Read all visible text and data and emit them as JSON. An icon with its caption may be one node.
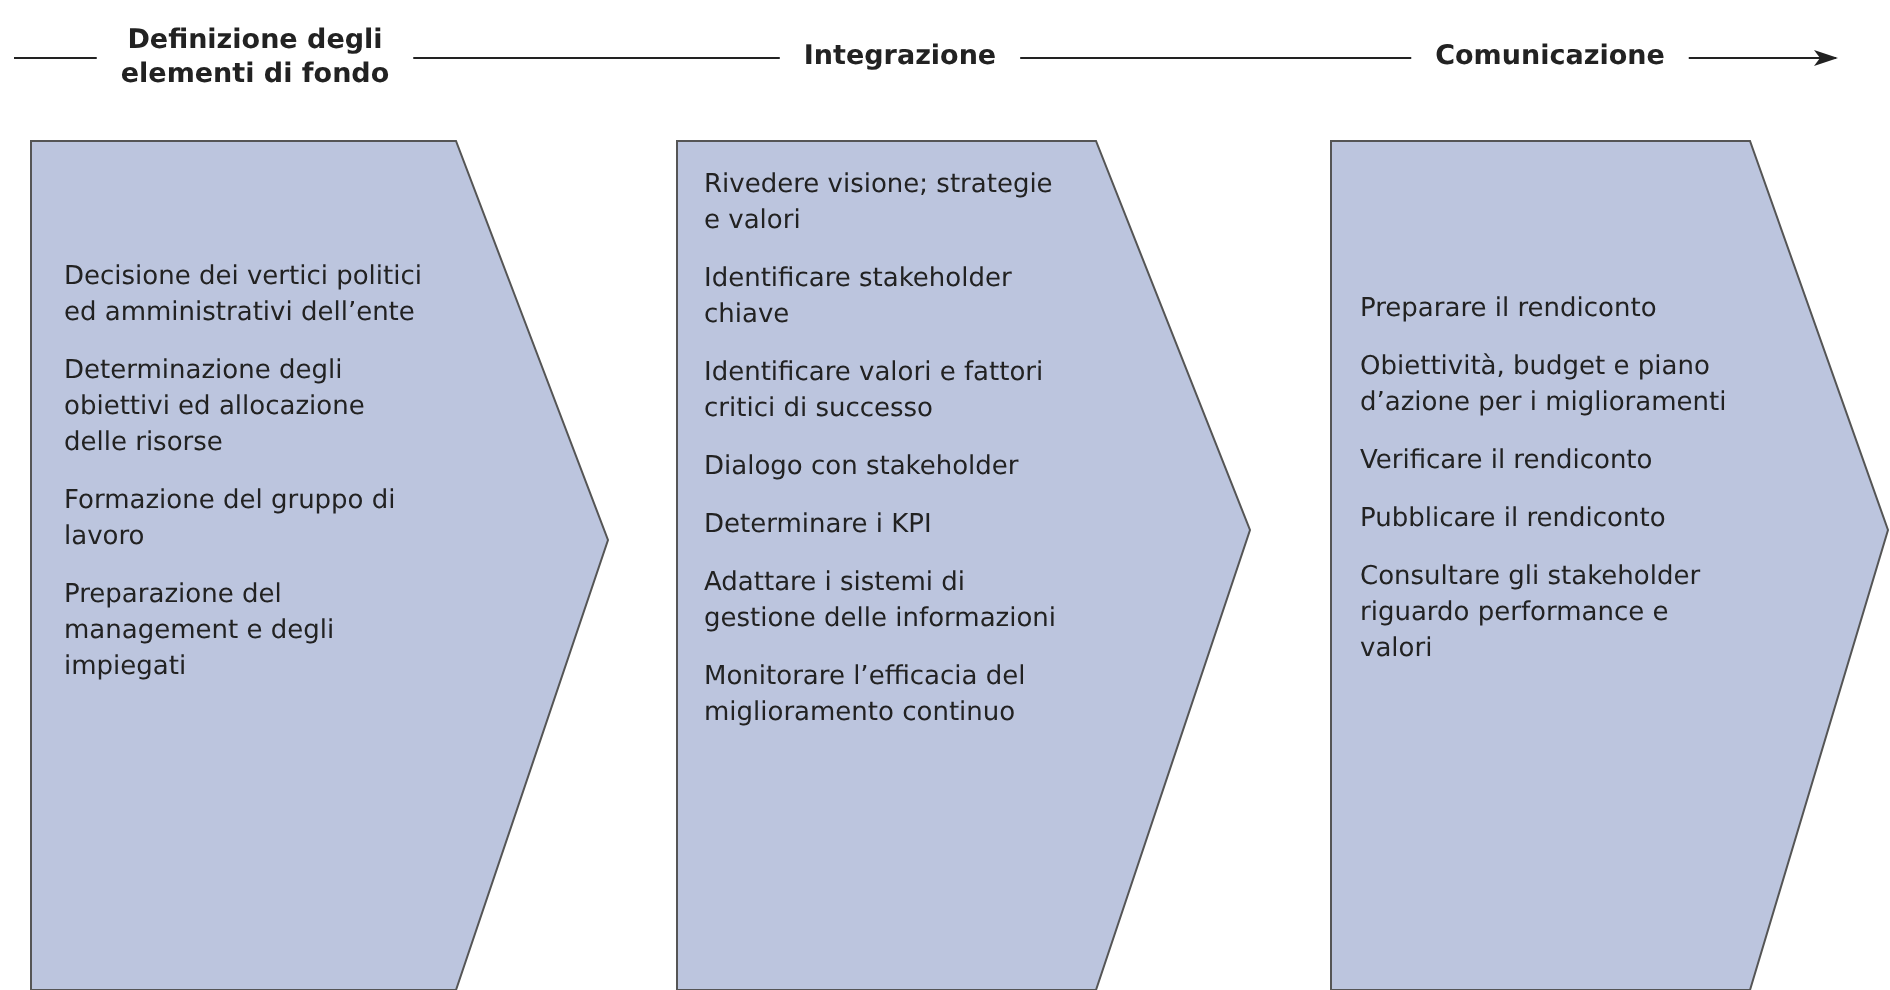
{
  "diagram": {
    "nodes": [
      {
        "text": [
          "Definizione degli elementi di fondo",
          "Decisione dei vertici politici ed amministrativi dell’ente",
          "Determinazione degli obiettivi ed allocazione delle risorse",
          "Formazione del gruppo di lavoro",
          "Preparazione del management e degli impiegati"
        ]
      },
      {
        "text": [
          "Integrazione",
          "Rivedere visione; strategie e valori",
          "Identificare stakeholder chiave",
          "Identificare valori e fattori critici di successo",
          "Dialogo con stakeholder",
          "Determinare i KPI",
          "Adattare i sistemi di gestione delle informazioni",
          "Monitorare l’efficacia del miglioramento continuo"
        ]
      },
      {
        "text": [
          "Comunicazione",
          "Preparare il rendiconto",
          "Obiettività, budget e piano d’azione per i miglioramenti",
          "Verificare il rendiconto",
          "Pubblicare il rendiconto",
          "Consultare gli stakeholder riguardo performance e valori"
        ]
      }
    ],
    "edges": [
      {
        "from": null,
        "to": 0,
        "arrow": "none"
      },
      {
        "from": 0,
        "to": 1,
        "arrow": "none"
      },
      {
        "from": 1,
        "to": 2,
        "arrow": "none"
      },
      {
        "from": 2,
        "to": null,
        "arrow": "to"
      }
    ]
  }
}
